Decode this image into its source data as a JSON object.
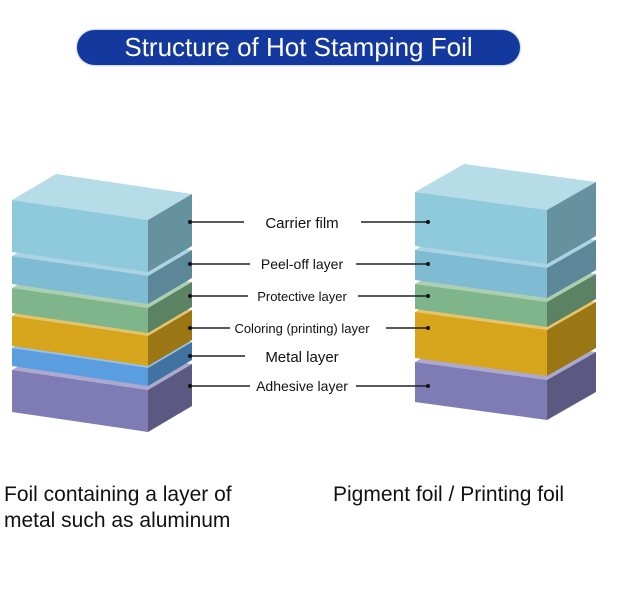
{
  "title": "Structure of Hot Stamping Foil",
  "labels": [
    "Carrier film",
    "Peel-off layer",
    "Protective layer",
    "Coloring (printing) layer",
    "Metal layer",
    "Adhesive layer"
  ],
  "left_block": {
    "caption_line1": "Foil containing a layer of",
    "caption_line2": "metal such as aluminum",
    "layers": [
      {
        "name": "Carrier film",
        "color": "#8ec9dc"
      },
      {
        "name": "Peel-off layer",
        "color": "#7fbcd4"
      },
      {
        "name": "Protective layer",
        "color": "#7fb58a"
      },
      {
        "name": "Coloring (printing) layer",
        "color": "#d6a51c"
      },
      {
        "name": "Metal layer",
        "color": "#5b9ee0"
      },
      {
        "name": "Adhesive layer",
        "color": "#7f7bb4"
      }
    ]
  },
  "right_block": {
    "caption": "Pigment foil / Printing foil",
    "layers": [
      {
        "name": "Carrier film",
        "color": "#8ec9dc"
      },
      {
        "name": "Peel-off layer",
        "color": "#7fbcd4"
      },
      {
        "name": "Protective layer",
        "color": "#7fb58a"
      },
      {
        "name": "Coloring (printing) layer",
        "color": "#d6a51c"
      },
      {
        "name": "Adhesive layer",
        "color": "#7f7bb4"
      }
    ]
  }
}
